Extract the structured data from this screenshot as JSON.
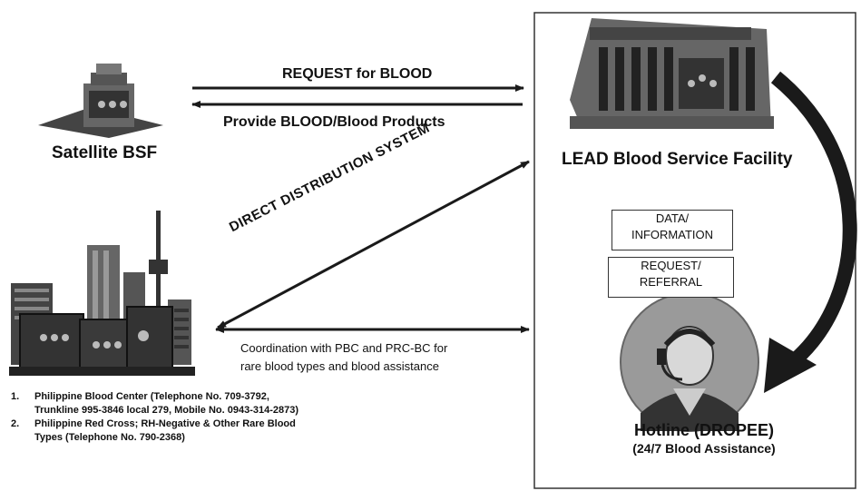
{
  "labels": {
    "request_for_blood": "REQUEST for BLOOD",
    "provide_blood": "Provide BLOOD/Blood Products",
    "satellite": "Satellite BSF",
    "lead": "LEAD Blood Service Facility",
    "direct_distribution": "DIRECT DISTRIBUTION SYSTEM",
    "coordination_line1": "Coordination with PBC and PRC-BC for",
    "coordination_line2": "rare blood types and blood assistance",
    "data_line1": "DATA/",
    "data_line2": "INFORMATION",
    "request_line1": "REQUEST/",
    "request_line2": "REFERRAL",
    "hotline": "Hotline (DROPEE)",
    "hotline_sub": "(24/7 Blood Assistance)"
  },
  "notes": [
    {
      "num": "1.",
      "text": "Philippine Blood Center (Telephone No. 709-3792, Trunkline 995-3846 local 279, Mobile No. 0943-314-2873)"
    },
    {
      "num": "2.",
      "text": "Philippine Red Cross; RH-Negative & Other Rare Blood Types (Telephone No. 790-2368)"
    }
  ],
  "colors": {
    "line": "#1a1a1a",
    "building": "#555555",
    "hotline_circle": "#9a9a9a"
  }
}
